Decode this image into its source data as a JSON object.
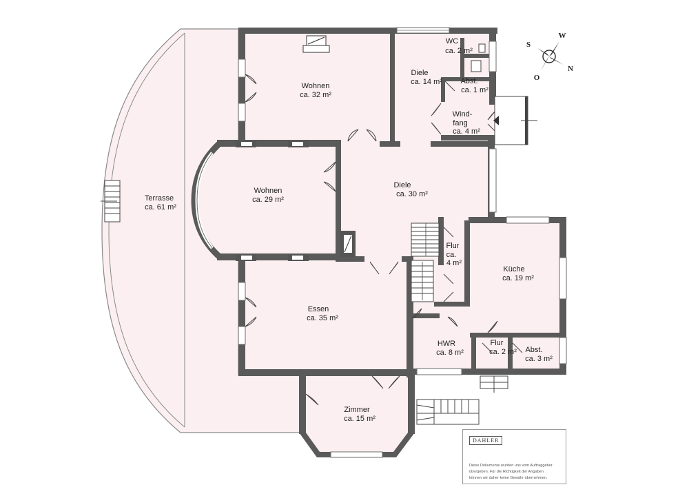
{
  "rooms": [
    {
      "id": "wohnen-top",
      "name": "Wohnen",
      "area": "ca. 32 m²"
    },
    {
      "id": "wohnen-mid",
      "name": "Wohnen",
      "area": "ca. 29 m²"
    },
    {
      "id": "essen",
      "name": "Essen",
      "area": "ca. 35 m²"
    },
    {
      "id": "terrasse",
      "name": "Terrasse",
      "area": "ca. 61 m²"
    },
    {
      "id": "diele-top",
      "name": "Diele",
      "area": "ca. 14 m²"
    },
    {
      "id": "wc",
      "name": "WC",
      "area": "ca. 2 m²"
    },
    {
      "id": "abst-top",
      "name": "Abst.",
      "area": "ca. 1 m²"
    },
    {
      "id": "windfang",
      "name": "Wind-",
      "name2": "fang",
      "area": "ca. 4 m²"
    },
    {
      "id": "diele-main",
      "name": "Diele",
      "area": "ca. 30 m²"
    },
    {
      "id": "flur-mid",
      "name": "Flur",
      "name2": "ca.",
      "area": "4 m²"
    },
    {
      "id": "kueche",
      "name": "Küche",
      "area": "ca. 19 m²"
    },
    {
      "id": "hwr",
      "name": "HWR",
      "area": "ca. 8 m²"
    },
    {
      "id": "flur-small",
      "name": "Flur",
      "area": "ca. 2 m²"
    },
    {
      "id": "abst-bottom",
      "name": "Abst.",
      "area": "ca. 3 m²"
    },
    {
      "id": "zimmer",
      "name": "Zimmer",
      "area": "ca. 15 m²"
    }
  ],
  "compass": {
    "n": "N",
    "s": "S",
    "o": "O",
    "w": "W"
  },
  "brand": {
    "logo": "DAHLER",
    "disclaimer_1": "Diese Dokumente wurden uns vom Auftraggeber",
    "disclaimer_2": "übergeben. Für die Richtigkeit der Angaben",
    "disclaimer_3": "können wir daher keine Gewähr übernehmen."
  }
}
